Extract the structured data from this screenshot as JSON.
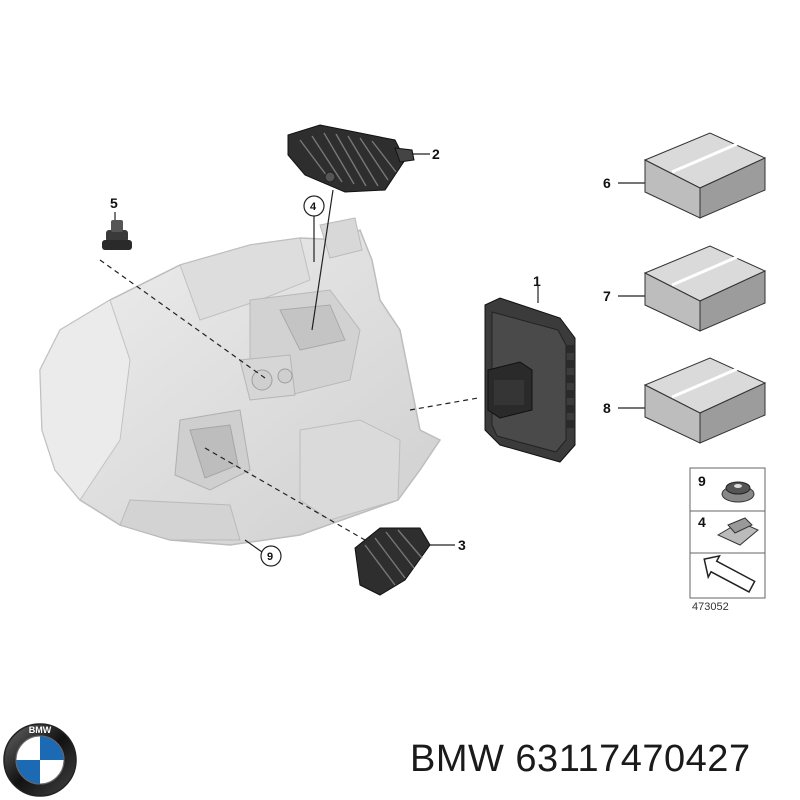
{
  "callouts": {
    "c1": "1",
    "c2": "2",
    "c3": "3",
    "c4": "4",
    "c5": "5",
    "c6": "6",
    "c7": "7",
    "c8": "8",
    "c9": "9"
  },
  "legend": {
    "item9": "9",
    "item4": "4",
    "ref_number": "473052"
  },
  "logo": {
    "text": "BMW"
  },
  "part_label": "BMW 63117470427",
  "colors": {
    "housing": "#e3e3e3",
    "housing_dark": "#c9c9c9",
    "module": "#3a3a3a",
    "box_top": "#d9d9d9",
    "box_side": "#9a9a9a",
    "bmw_blue": "#1c69b4"
  }
}
